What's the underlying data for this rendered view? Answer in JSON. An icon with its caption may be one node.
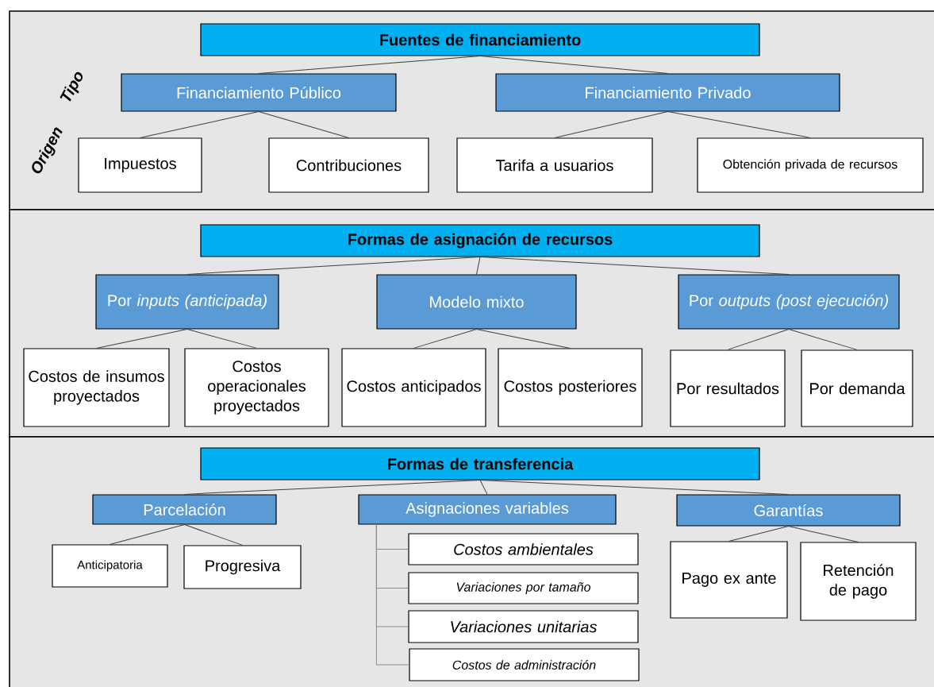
{
  "diagram": {
    "nodes": [
      {
        "text": [
          "Fuentes de financiamiento"
        ]
      },
      {
        "text": [
          "Financiamiento Público"
        ]
      },
      {
        "text": [
          "Financiamiento Privado"
        ]
      },
      {
        "text": [
          "Impuestos"
        ]
      },
      {
        "text": [
          "Contribuciones"
        ]
      },
      {
        "text": [
          "Tarifa a usuarios"
        ]
      },
      {
        "text": [
          "Obtención privada de recursos"
        ]
      },
      {
        "text": [
          "Formas de asignación de recursos"
        ]
      },
      {
        "text": [
          "Por *inputs (anticipada)*"
        ]
      },
      {
        "text": [
          "Modelo mixto"
        ]
      },
      {
        "text": [
          "Por *outputs (post ejecución)*"
        ]
      },
      {
        "text": [
          "Costos de insumos proyectados"
        ]
      },
      {
        "text": [
          "Costos operacionales proyectados"
        ]
      },
      {
        "text": [
          "Costos anticipados"
        ]
      },
      {
        "text": [
          "Costos posteriores"
        ]
      },
      {
        "text": [
          "Por resultados"
        ]
      },
      {
        "text": [
          "Por demanda"
        ]
      },
      {
        "text": [
          "Formas de transferencia"
        ]
      },
      {
        "text": [
          "Parcelación"
        ]
      },
      {
        "text": [
          "Asignaciones variables"
        ]
      },
      {
        "text": [
          "Garantías"
        ]
      },
      {
        "text": [
          "Anticipatoria"
        ]
      },
      {
        "text": [
          "Progresiva"
        ]
      },
      {
        "text": [
          "Costos ambientales"
        ]
      },
      {
        "text": [
          "Variaciones por tamaño"
        ]
      },
      {
        "text": [
          "Variaciones unitarias"
        ]
      },
      {
        "text": [
          "Costos de administración"
        ]
      },
      {
        "text": [
          "Pago ex ante"
        ]
      },
      {
        "text": [
          "Retención de pago"
        ]
      }
    ],
    "edges": [
      {
        "from": 0,
        "to": 1,
        "arrow": "none"
      },
      {
        "from": 0,
        "to": 2,
        "arrow": "none"
      },
      {
        "from": 1,
        "to": 3,
        "arrow": "none"
      },
      {
        "from": 1,
        "to": 4,
        "arrow": "none"
      },
      {
        "from": 2,
        "to": 5,
        "arrow": "none"
      },
      {
        "from": 2,
        "to": 6,
        "arrow": "none"
      },
      {
        "from": 7,
        "to": 8,
        "arrow": "none"
      },
      {
        "from": 7,
        "to": 9,
        "arrow": "none"
      },
      {
        "from": 7,
        "to": 10,
        "arrow": "none"
      },
      {
        "from": 8,
        "to": 11,
        "arrow": "none"
      },
      {
        "from": 8,
        "to": 12,
        "arrow": "none"
      },
      {
        "from": 9,
        "to": 13,
        "arrow": "none"
      },
      {
        "from": 9,
        "to": 14,
        "arrow": "none"
      },
      {
        "from": 10,
        "to": 15,
        "arrow": "none"
      },
      {
        "from": 10,
        "to": 16,
        "arrow": "none"
      },
      {
        "from": 17,
        "to": 18,
        "arrow": "none"
      },
      {
        "from": 17,
        "to": 19,
        "arrow": "none"
      },
      {
        "from": 17,
        "to": 20,
        "arrow": "none"
      },
      {
        "from": 18,
        "to": 21,
        "arrow": "none"
      },
      {
        "from": 18,
        "to": 22,
        "arrow": "none"
      },
      {
        "from": 19,
        "to": 23,
        "arrow": "none",
        "color": "#8c8c8c"
      },
      {
        "from": 19,
        "to": 24,
        "arrow": "none",
        "color": "#8c8c8c"
      },
      {
        "from": 19,
        "to": 25,
        "arrow": "none",
        "color": "#8c8c8c"
      },
      {
        "from": 19,
        "to": 26,
        "arrow": "none",
        "color": "#8c8c8c"
      },
      {
        "from": 20,
        "to": 27,
        "arrow": "none"
      },
      {
        "from": 20,
        "to": 28,
        "arrow": "none"
      }
    ],
    "labels": [
      "Tipo",
      "Origen"
    ]
  }
}
